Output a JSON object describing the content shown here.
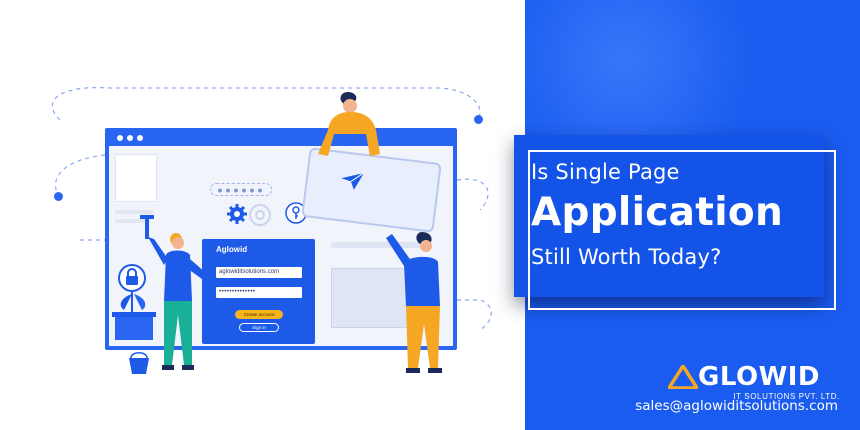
{
  "headline": {
    "line1": "Is Single Page",
    "line2": "Application",
    "line3": "Still Worth Today?"
  },
  "brand": {
    "name": "GLOWID",
    "subtitle": "IT SOLUTIONS PVT. LTD.",
    "email": "sales@aglowiditsolutions.com"
  },
  "illustration": {
    "login_card": {
      "title": "Aglowid",
      "email_value": "aglowiditsolutions.com",
      "password_mask": "••••••••••••••",
      "create_account_label": "Create account",
      "signin_label": "Sign in"
    }
  },
  "colors": {
    "primary_blue": "#1b5cf0",
    "accent_orange": "#f5a623",
    "white": "#ffffff"
  }
}
